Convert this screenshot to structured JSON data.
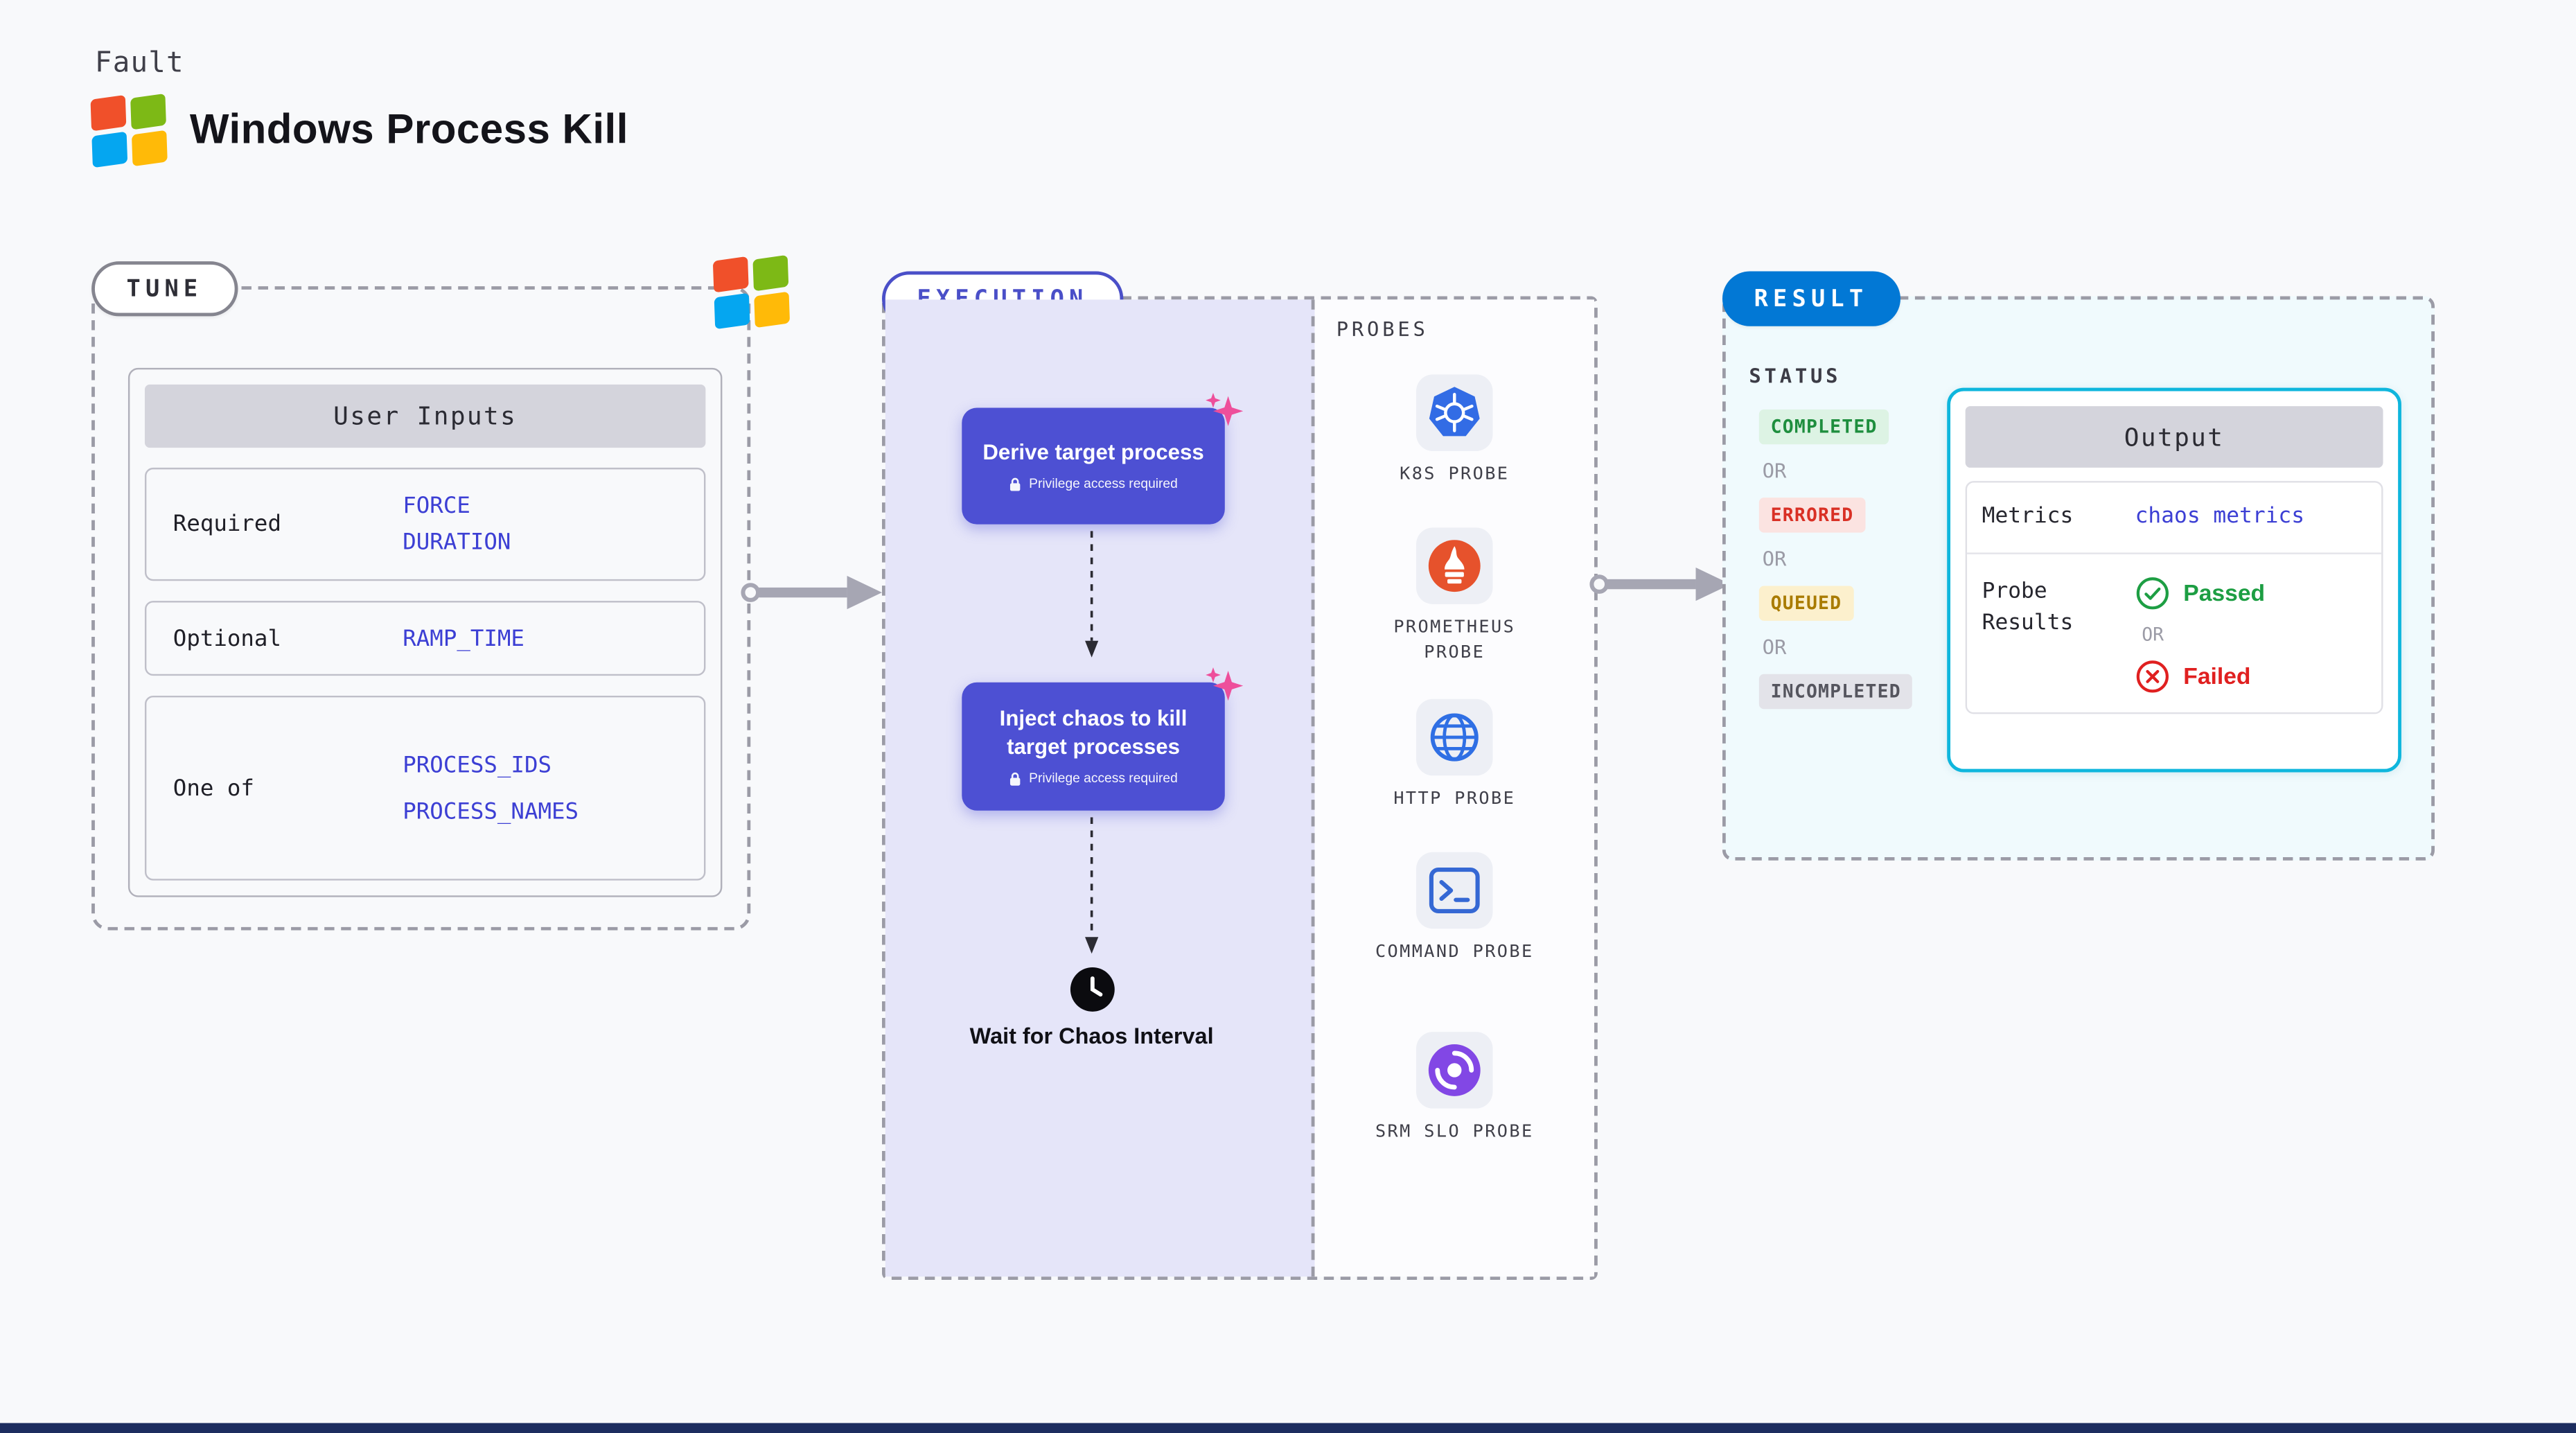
{
  "page": {
    "kicker": "Fault",
    "title": "Windows Process Kill"
  },
  "tune": {
    "label": "TUNE",
    "table_title": "User Inputs",
    "rows": [
      {
        "label": "Required",
        "values": [
          "FORCE",
          "DURATION"
        ]
      },
      {
        "label": "Optional",
        "values": [
          "RAMP_TIME"
        ]
      },
      {
        "label": "One of",
        "values": [
          "PROCESS_IDS",
          "PROCESS_NAMES"
        ]
      }
    ]
  },
  "execution": {
    "label": "EXECUTION",
    "steps": [
      {
        "title": "Derive target process",
        "badge": "Privilege access required"
      },
      {
        "title": "Inject chaos to kill target processes",
        "badge": "Privilege access required"
      }
    ],
    "wait_label": "Wait for Chaos Interval"
  },
  "probes": {
    "label": "PROBES",
    "items": [
      {
        "name": "K8S PROBE",
        "icon": "kubernetes-icon"
      },
      {
        "name": "PROMETHEUS PROBE",
        "icon": "prometheus-icon"
      },
      {
        "name": "HTTP PROBE",
        "icon": "http-globe-icon"
      },
      {
        "name": "COMMAND PROBE",
        "icon": "command-terminal-icon"
      },
      {
        "name": "SRM SLO PROBE",
        "icon": "srm-slo-icon"
      }
    ]
  },
  "result": {
    "label": "RESULT",
    "status_heading": "STATUS",
    "or_label": "OR",
    "statuses": [
      {
        "label": "COMPLETED",
        "color": "#1e8e3e",
        "bg": "#ddf3e4"
      },
      {
        "label": "ERRORED",
        "color": "#d93025",
        "bg": "#fbe3e1"
      },
      {
        "label": "QUEUED",
        "color": "#a97b00",
        "bg": "#fcf0cd"
      },
      {
        "label": "INCOMPLETED",
        "color": "#55555e",
        "bg": "#e3e3e9"
      }
    ],
    "output": {
      "title": "Output",
      "metrics_label": "Metrics",
      "metrics_value": "chaos metrics",
      "probe_results_label": "Probe Results",
      "passed_label": "Passed",
      "failed_label": "Failed"
    }
  },
  "colors": {
    "background": "#f8f9fb",
    "dashed_border": "#9b9ba6",
    "accent_indigo": "#4a4fc8",
    "step_card_purple": "#4d50d3",
    "execution_panel_lavender": "#e5e5f9",
    "result_pill_blue": "#0278d5",
    "result_panel_cyan": "#f0fafd",
    "output_border_cyan": "#0fb6dd",
    "link_blue": "#3c3fd4",
    "sparkle_pink": "#ee4f9b",
    "passed_green": "#1d9e43",
    "failed_red": "#e02020"
  }
}
